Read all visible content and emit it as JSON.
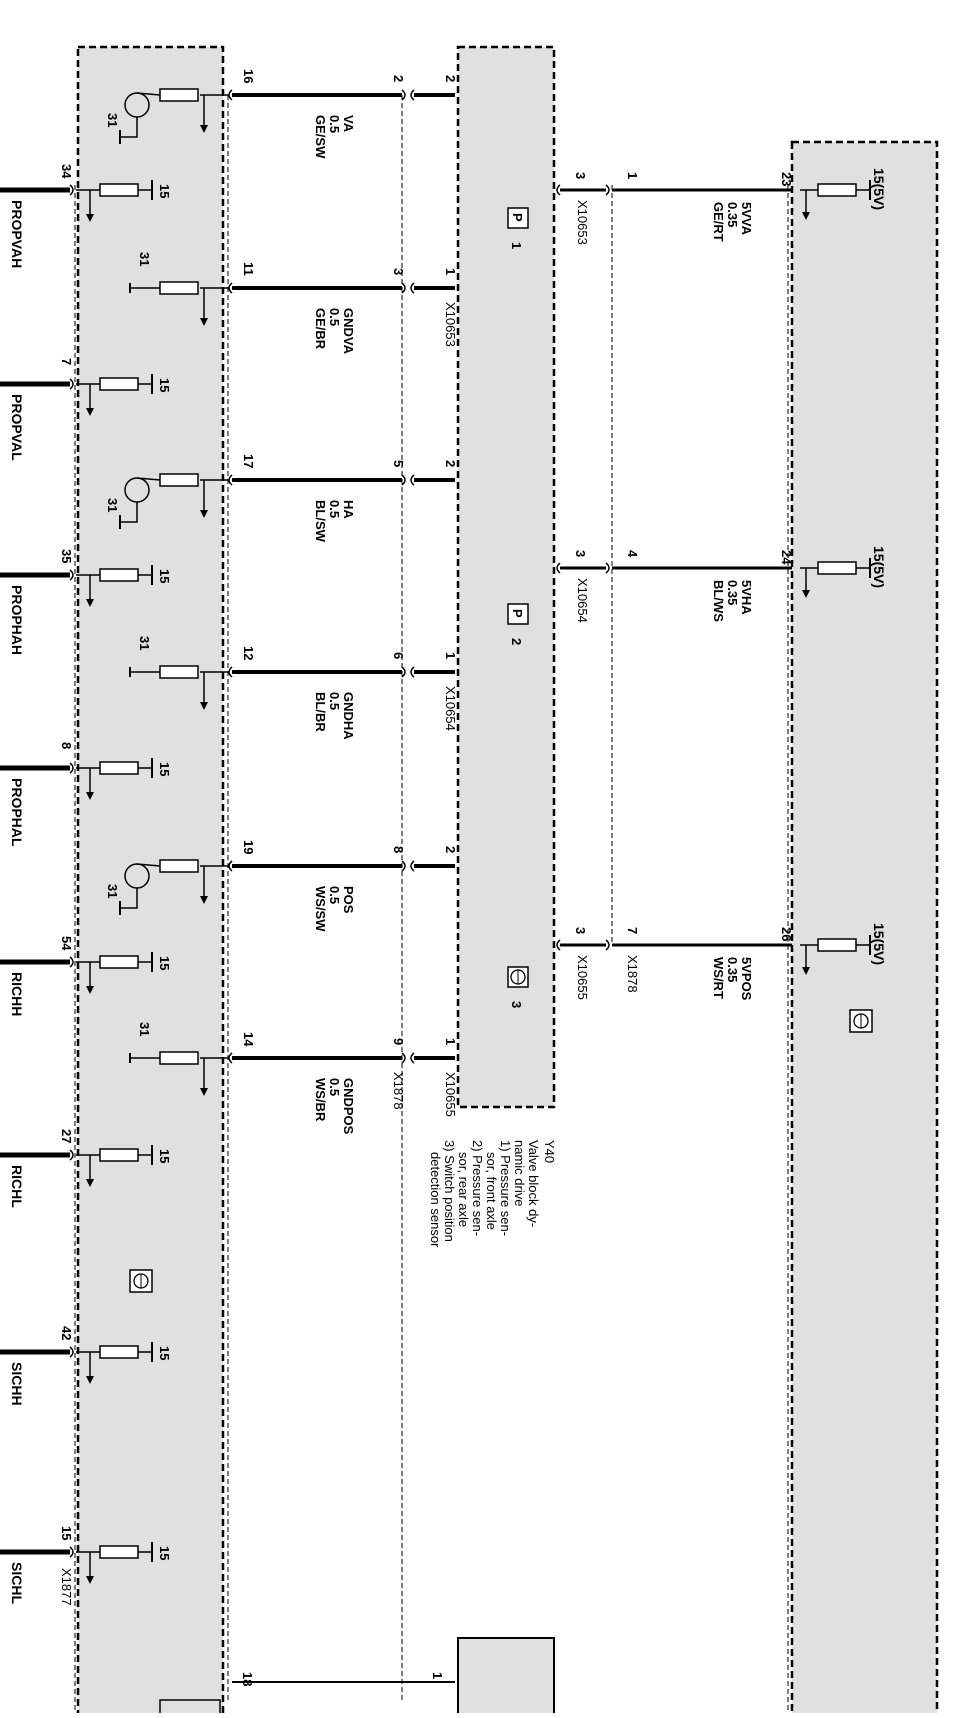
{
  "module_right": {
    "supplies": [
      "15(5V)",
      "15(5V)",
      "15(5V)"
    ]
  },
  "valve_block": {
    "id": "Y40",
    "description": [
      "Valve block dy-",
      "namic drive"
    ],
    "notes": [
      [
        "1) Pressure sen-",
        "sor, front axle"
      ],
      [
        "2) Pressure sen-",
        "sor, rear axle"
      ],
      [
        "3) Switch position",
        "detection sensor"
      ]
    ],
    "sensor_labels": [
      "1",
      "2",
      "3"
    ]
  },
  "supply_wires": [
    {
      "pin_right": "23",
      "pin_left": "1",
      "conn_pin": "3",
      "connector": "X10653",
      "name": "5VVA",
      "gauge": "0.35",
      "color": "GE/RT",
      "extra": ""
    },
    {
      "pin_right": "24",
      "pin_left": "4",
      "conn_pin": "3",
      "connector": "X10654",
      "name": "5VHA",
      "gauge": "0.35",
      "color": "BL/WS",
      "extra": ""
    },
    {
      "pin_right": "26",
      "pin_left": "7",
      "conn_pin": "3",
      "connector": "X10655",
      "name": "5VPOS",
      "gauge": "0.35",
      "color": "WS/RT",
      "extra": "X1878"
    }
  ],
  "signal_wires": [
    {
      "ecu_pin": "16",
      "x1878_pin": "2",
      "y40_pin": "2",
      "name": "VA",
      "gauge": "0.5",
      "color": "GE/SW",
      "connector": ""
    },
    {
      "ecu_pin": "11",
      "x1878_pin": "3",
      "y40_pin": "1",
      "name": "GNDVA",
      "gauge": "0.5",
      "color": "GE/BR",
      "connector": "X10653"
    },
    {
      "ecu_pin": "17",
      "x1878_pin": "5",
      "y40_pin": "2",
      "name": "HA",
      "gauge": "0.5",
      "color": "BL/SW",
      "connector": ""
    },
    {
      "ecu_pin": "12",
      "x1878_pin": "6",
      "y40_pin": "1",
      "name": "GNDHA",
      "gauge": "0.5",
      "color": "BL/BR",
      "connector": "X10654"
    },
    {
      "ecu_pin": "19",
      "x1878_pin": "8",
      "y40_pin": "2",
      "name": "POS",
      "gauge": "0.5",
      "color": "WS/SW",
      "connector": ""
    },
    {
      "ecu_pin": "14",
      "x1878_pin": "9",
      "y40_pin": "1",
      "name": "GNDPOS",
      "gauge": "0.5",
      "color": "WS/BR",
      "connector": "X10655"
    }
  ],
  "x1878_label": "X1878",
  "ecu_transistor_ground": [
    "31",
    "31",
    "31"
  ],
  "ecu_gnd_ground": [
    "31",
    "31",
    "31"
  ],
  "outputs": [
    {
      "pin": "34",
      "signal": "PROPVAH",
      "supply": "15"
    },
    {
      "pin": "7",
      "signal": "PROPVAL",
      "supply": "15"
    },
    {
      "pin": "35",
      "signal": "PROPHAH",
      "supply": "15"
    },
    {
      "pin": "8",
      "signal": "PROPHAL",
      "supply": "15"
    },
    {
      "pin": "54",
      "signal": "RICHH",
      "supply": "15"
    },
    {
      "pin": "27",
      "signal": "RICHL",
      "supply": "15"
    },
    {
      "pin": "42",
      "signal": "SICHH",
      "supply": "15"
    },
    {
      "pin": "15",
      "signal": "SICHL",
      "supply": "15"
    }
  ],
  "x1877_label": "X1877",
  "bottom": {
    "ecu_pin": "18",
    "y40_pin": "1"
  }
}
